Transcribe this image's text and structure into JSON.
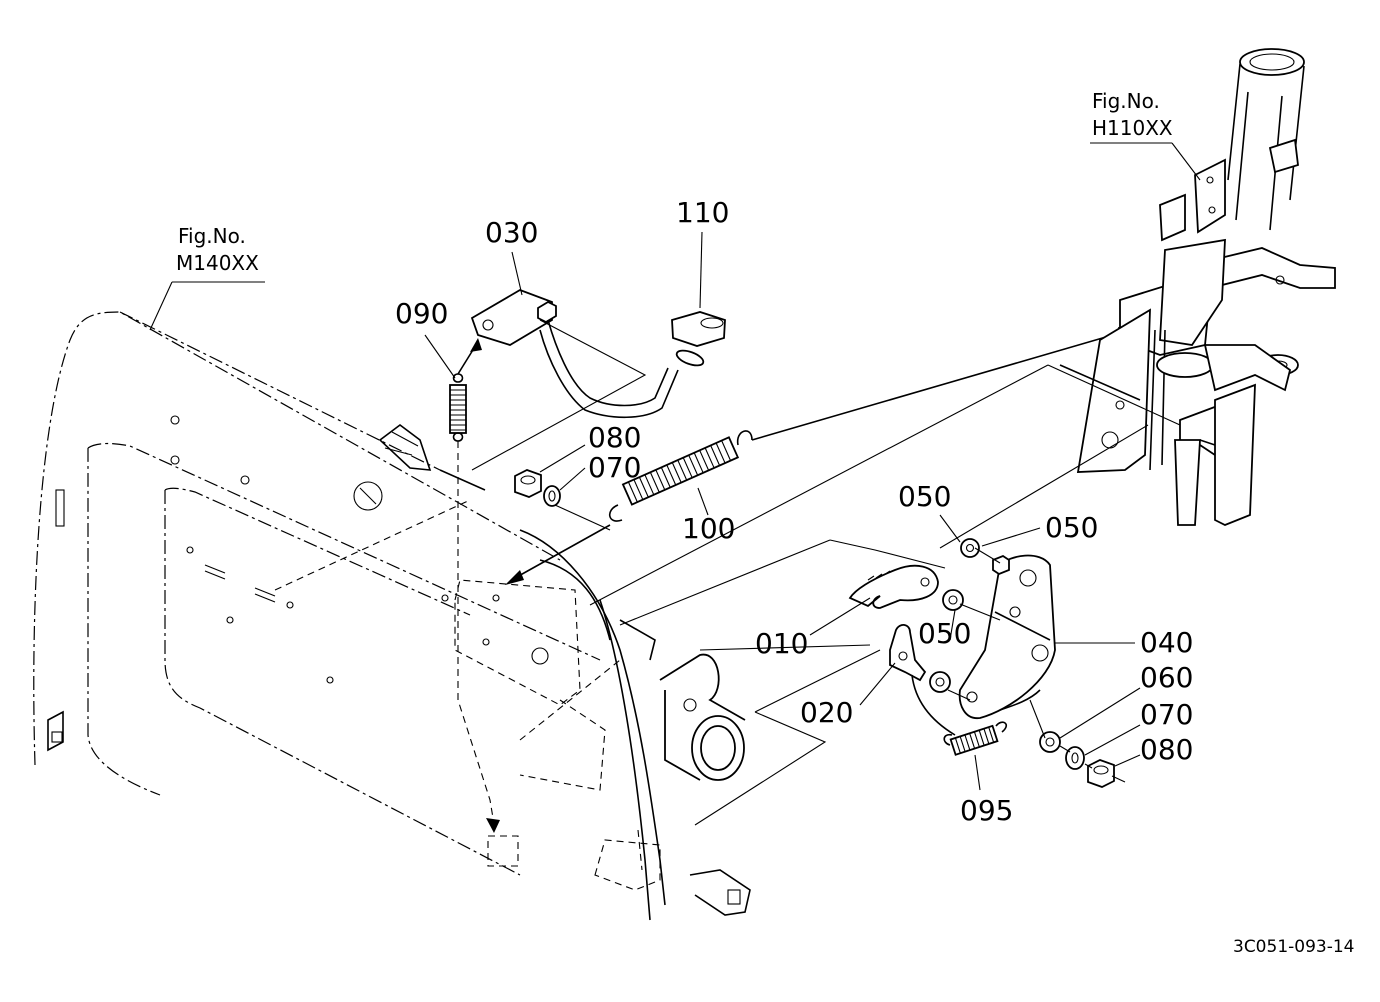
{
  "figure_refs": [
    {
      "caption": "Fig.No.",
      "code": "M140XX"
    },
    {
      "caption": "Fig.No.",
      "code": "H110XX"
    }
  ],
  "callouts": {
    "c110": "110",
    "c030": "030",
    "c090": "090",
    "c080a": "080",
    "c070a": "070",
    "c100": "100",
    "c050a": "050",
    "c050b": "050",
    "c010": "010",
    "c050c": "050",
    "c040": "040",
    "c060": "060",
    "c020": "020",
    "c070b": "070",
    "c080b": "080",
    "c095": "095"
  },
  "drawing_code": "3C051-093-14"
}
